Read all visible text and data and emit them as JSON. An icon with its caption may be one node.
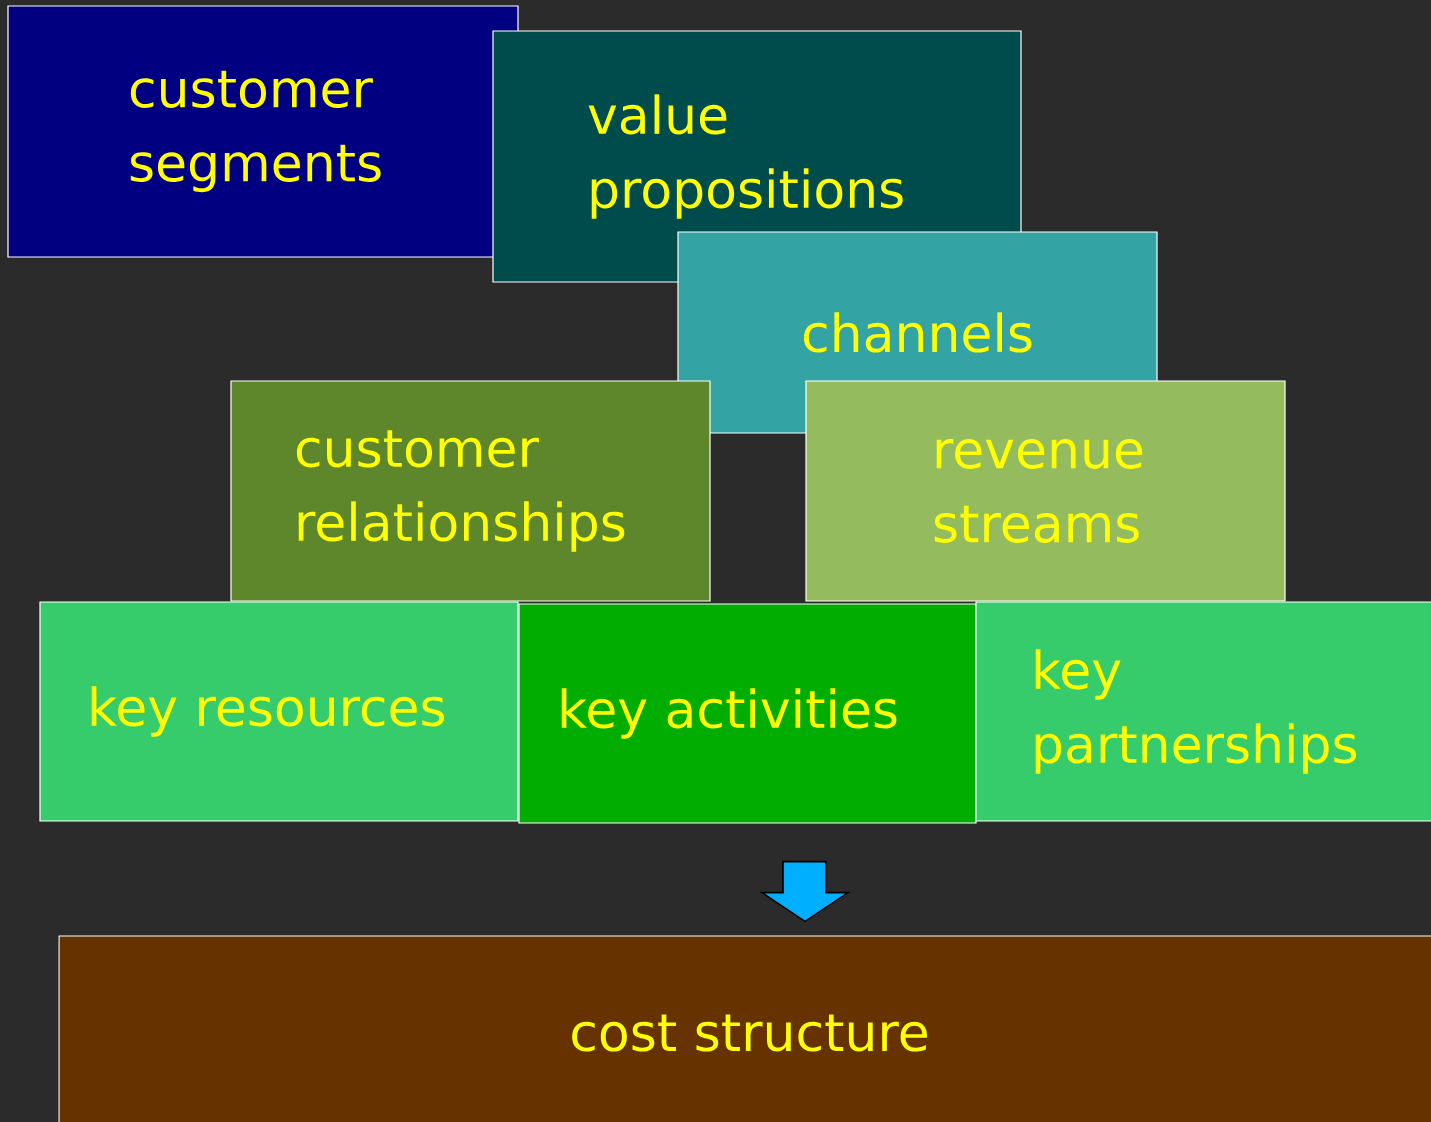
{
  "diagram": {
    "nodes": [
      {
        "text": [
          "customer segments"
        ]
      },
      {
        "text": [
          "value propositions"
        ]
      },
      {
        "text": [
          "channels"
        ]
      },
      {
        "text": [
          "customer relationships"
        ]
      },
      {
        "text": [
          "revenue streams"
        ]
      },
      {
        "text": [
          "key resources"
        ]
      },
      {
        "text": [
          "key activities"
        ]
      },
      {
        "text": [
          "key partnerships"
        ]
      },
      {
        "text": [
          "cost structure"
        ]
      }
    ],
    "edges": [
      {
        "from": 6,
        "to": 8,
        "arrow": "to"
      }
    ]
  }
}
